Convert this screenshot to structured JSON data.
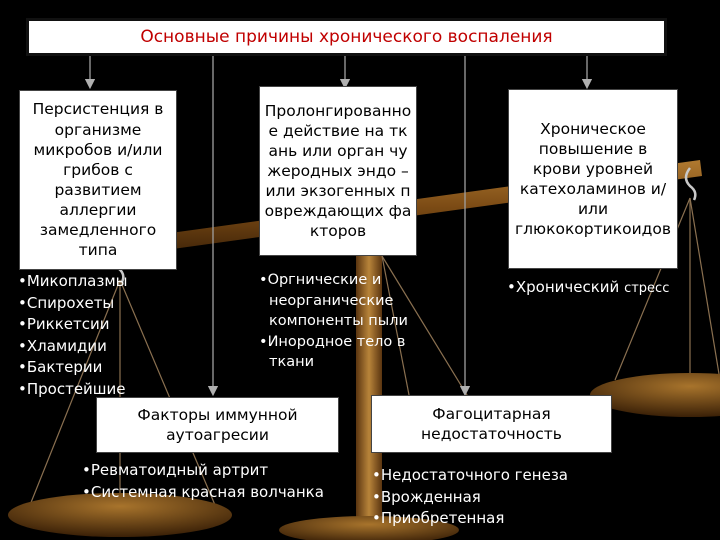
{
  "title": "Основные причины хронического воспаления",
  "causes": [
    {
      "id": "persistence",
      "text": "Персистенция в организме микробов и/или грибов с развитием аллергии замедленного типа"
    },
    {
      "id": "prolonged",
      "text": "Пролонгированное действие на ткань или орган чужеродных эндо – или экзогенных повреждающих факторов"
    },
    {
      "id": "chronic-increase",
      "text": "Хроническое повышение в крови уровней катехоламинов и/или глюкокортикоидов"
    },
    {
      "id": "autoaggression",
      "text": "Факторы иммунной аутоагресии"
    },
    {
      "id": "phagocytic",
      "text": "Фагоцитарная недостаточность"
    }
  ],
  "lists": {
    "persistence": [
      "Микоплазмы",
      "Спирохеты",
      "Риккетсии",
      "Хламидии",
      "Бактерии",
      "Простейшие"
    ],
    "prolonged": [
      "Оргнические и неорганические компоненты пыли",
      "Инородное тело в ткани"
    ],
    "chronic_increase": {
      "main": "Хронический",
      "small": "стресс"
    },
    "autoaggression": [
      "Ревматоидный артрит",
      "Системная красная волчанка"
    ],
    "phagocytic": [
      "Недостаточного генеза",
      "Врожденная",
      "Приобретенная"
    ]
  },
  "colors": {
    "background": "#000000",
    "box": "#ffffff",
    "title_text": "#c00000",
    "arrow": "#9a9a9a",
    "scale_bronze": "#8a5a1c"
  }
}
